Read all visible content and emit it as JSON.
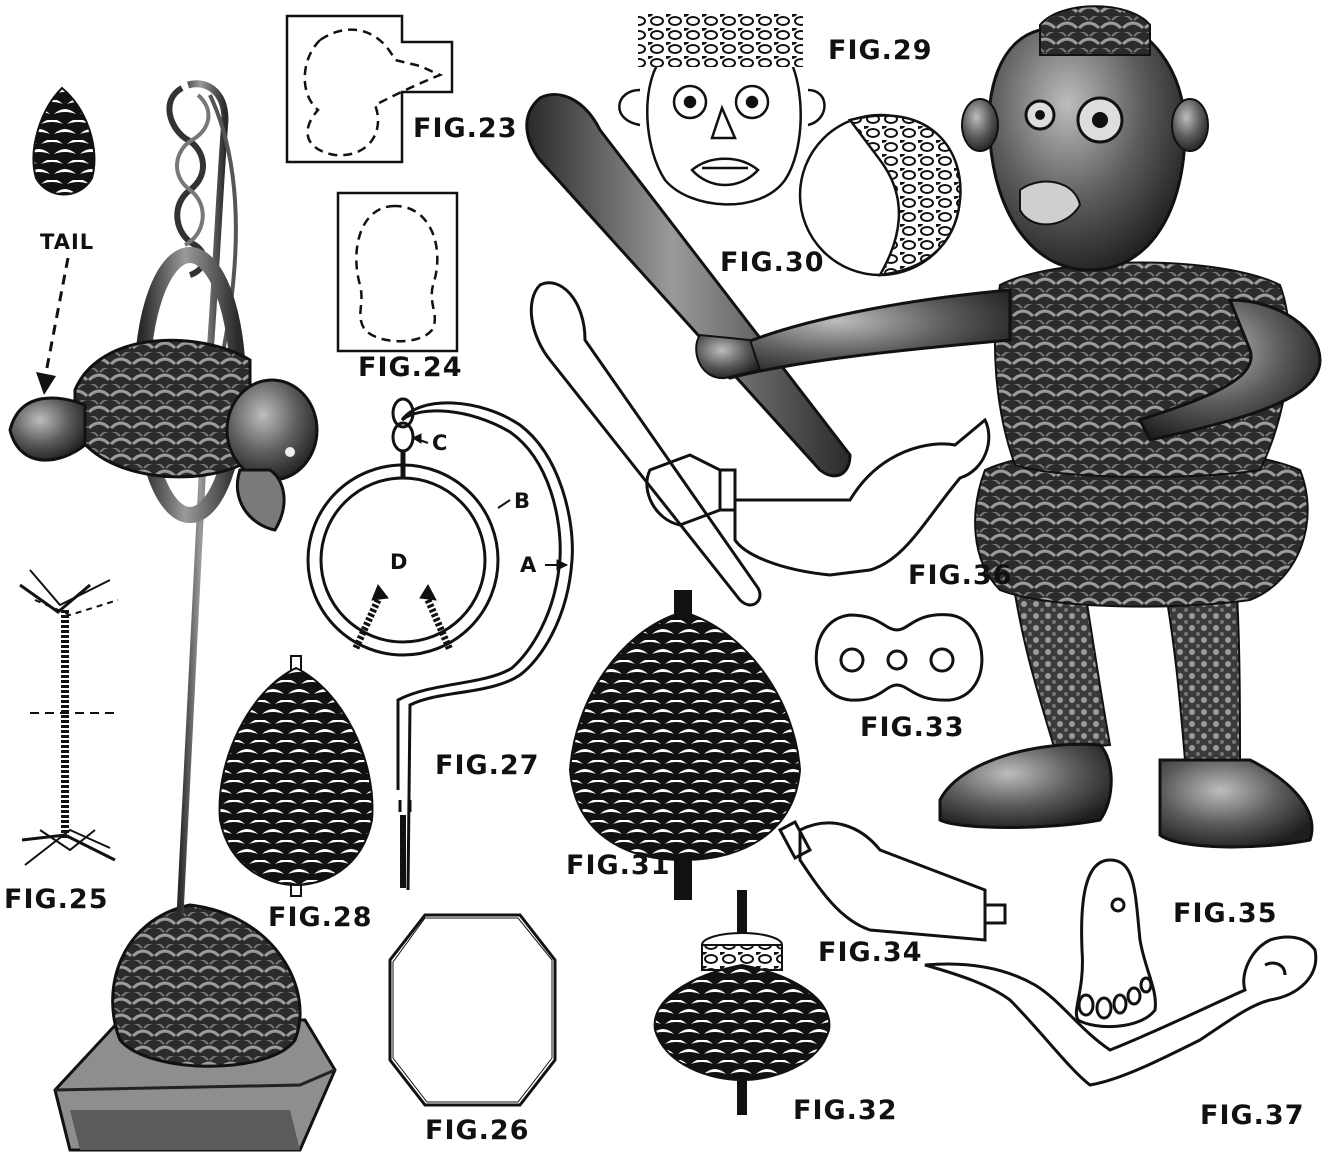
{
  "labels": {
    "tail": "TAIL",
    "fig23": "FIG.23",
    "fig24": "FIG.24",
    "fig25": "FIG.25",
    "fig26": "FIG.26",
    "fig27": "FIG.27",
    "fig28": "FIG.28",
    "fig29": "FIG.29",
    "fig30": "FIG.30",
    "fig31": "FIG.31",
    "fig32": "FIG.32",
    "fig33": "FIG.33",
    "fig34": "FIG.34",
    "fig35": "FIG.35",
    "fig36": "FIG.36",
    "fig37": "FIG.37"
  },
  "fig27_callouts": {
    "a": "A",
    "b": "B",
    "c": "C",
    "d": "D"
  },
  "colors": {
    "ink": "#111111",
    "photo_dark": "#2f2f2f",
    "photo_mid": "#6b6b6b",
    "photo_light": "#a9a9a9",
    "paper": "#ffffff"
  }
}
